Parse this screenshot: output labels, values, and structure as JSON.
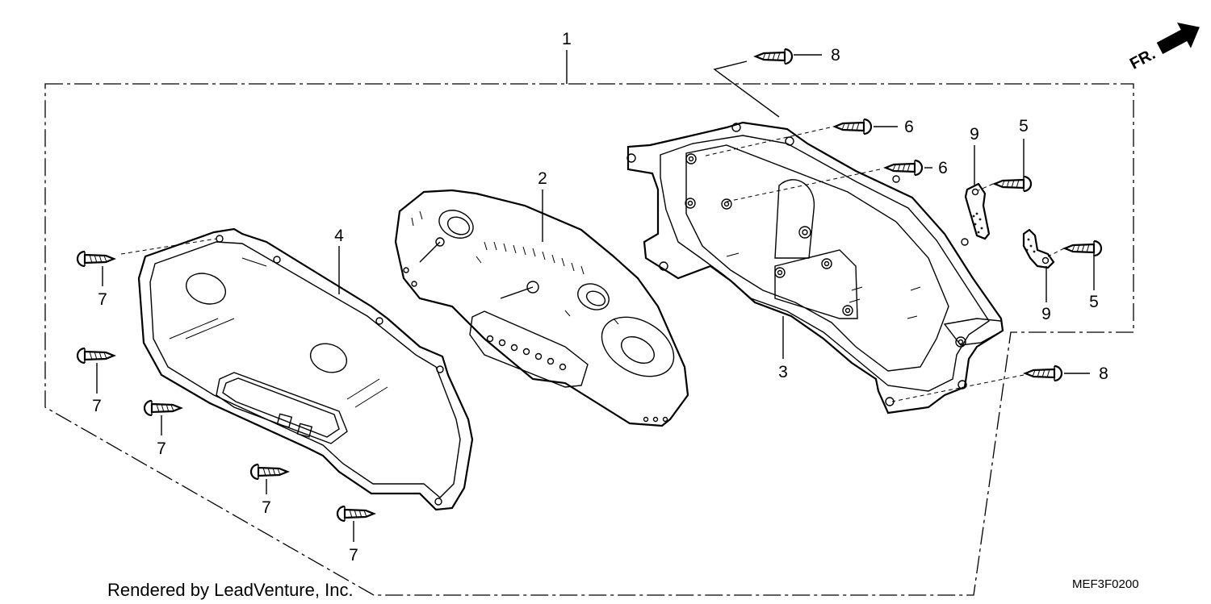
{
  "diagram": {
    "parts": {
      "assembly": "1",
      "panel": "2",
      "case": "3",
      "lens": "4"
    },
    "callouts": [
      {
        "id": "c1",
        "label": "1"
      },
      {
        "id": "c2",
        "label": "2"
      },
      {
        "id": "c3",
        "label": "3"
      },
      {
        "id": "c4",
        "label": "4"
      },
      {
        "id": "c5a",
        "label": "5"
      },
      {
        "id": "c5b",
        "label": "5"
      },
      {
        "id": "c6a",
        "label": "6"
      },
      {
        "id": "c6b",
        "label": "6"
      },
      {
        "id": "c7a",
        "label": "7"
      },
      {
        "id": "c7b",
        "label": "7"
      },
      {
        "id": "c7c",
        "label": "7"
      },
      {
        "id": "c7d",
        "label": "7"
      },
      {
        "id": "c7e",
        "label": "7"
      },
      {
        "id": "c8a",
        "label": "8"
      },
      {
        "id": "c8b",
        "label": "8"
      },
      {
        "id": "c9a",
        "label": "9"
      },
      {
        "id": "c9b",
        "label": "9"
      }
    ],
    "direction_label": "FR.",
    "credit": "Rendered by LeadVenture, Inc.",
    "diagram_code": "MEF3F0200"
  }
}
